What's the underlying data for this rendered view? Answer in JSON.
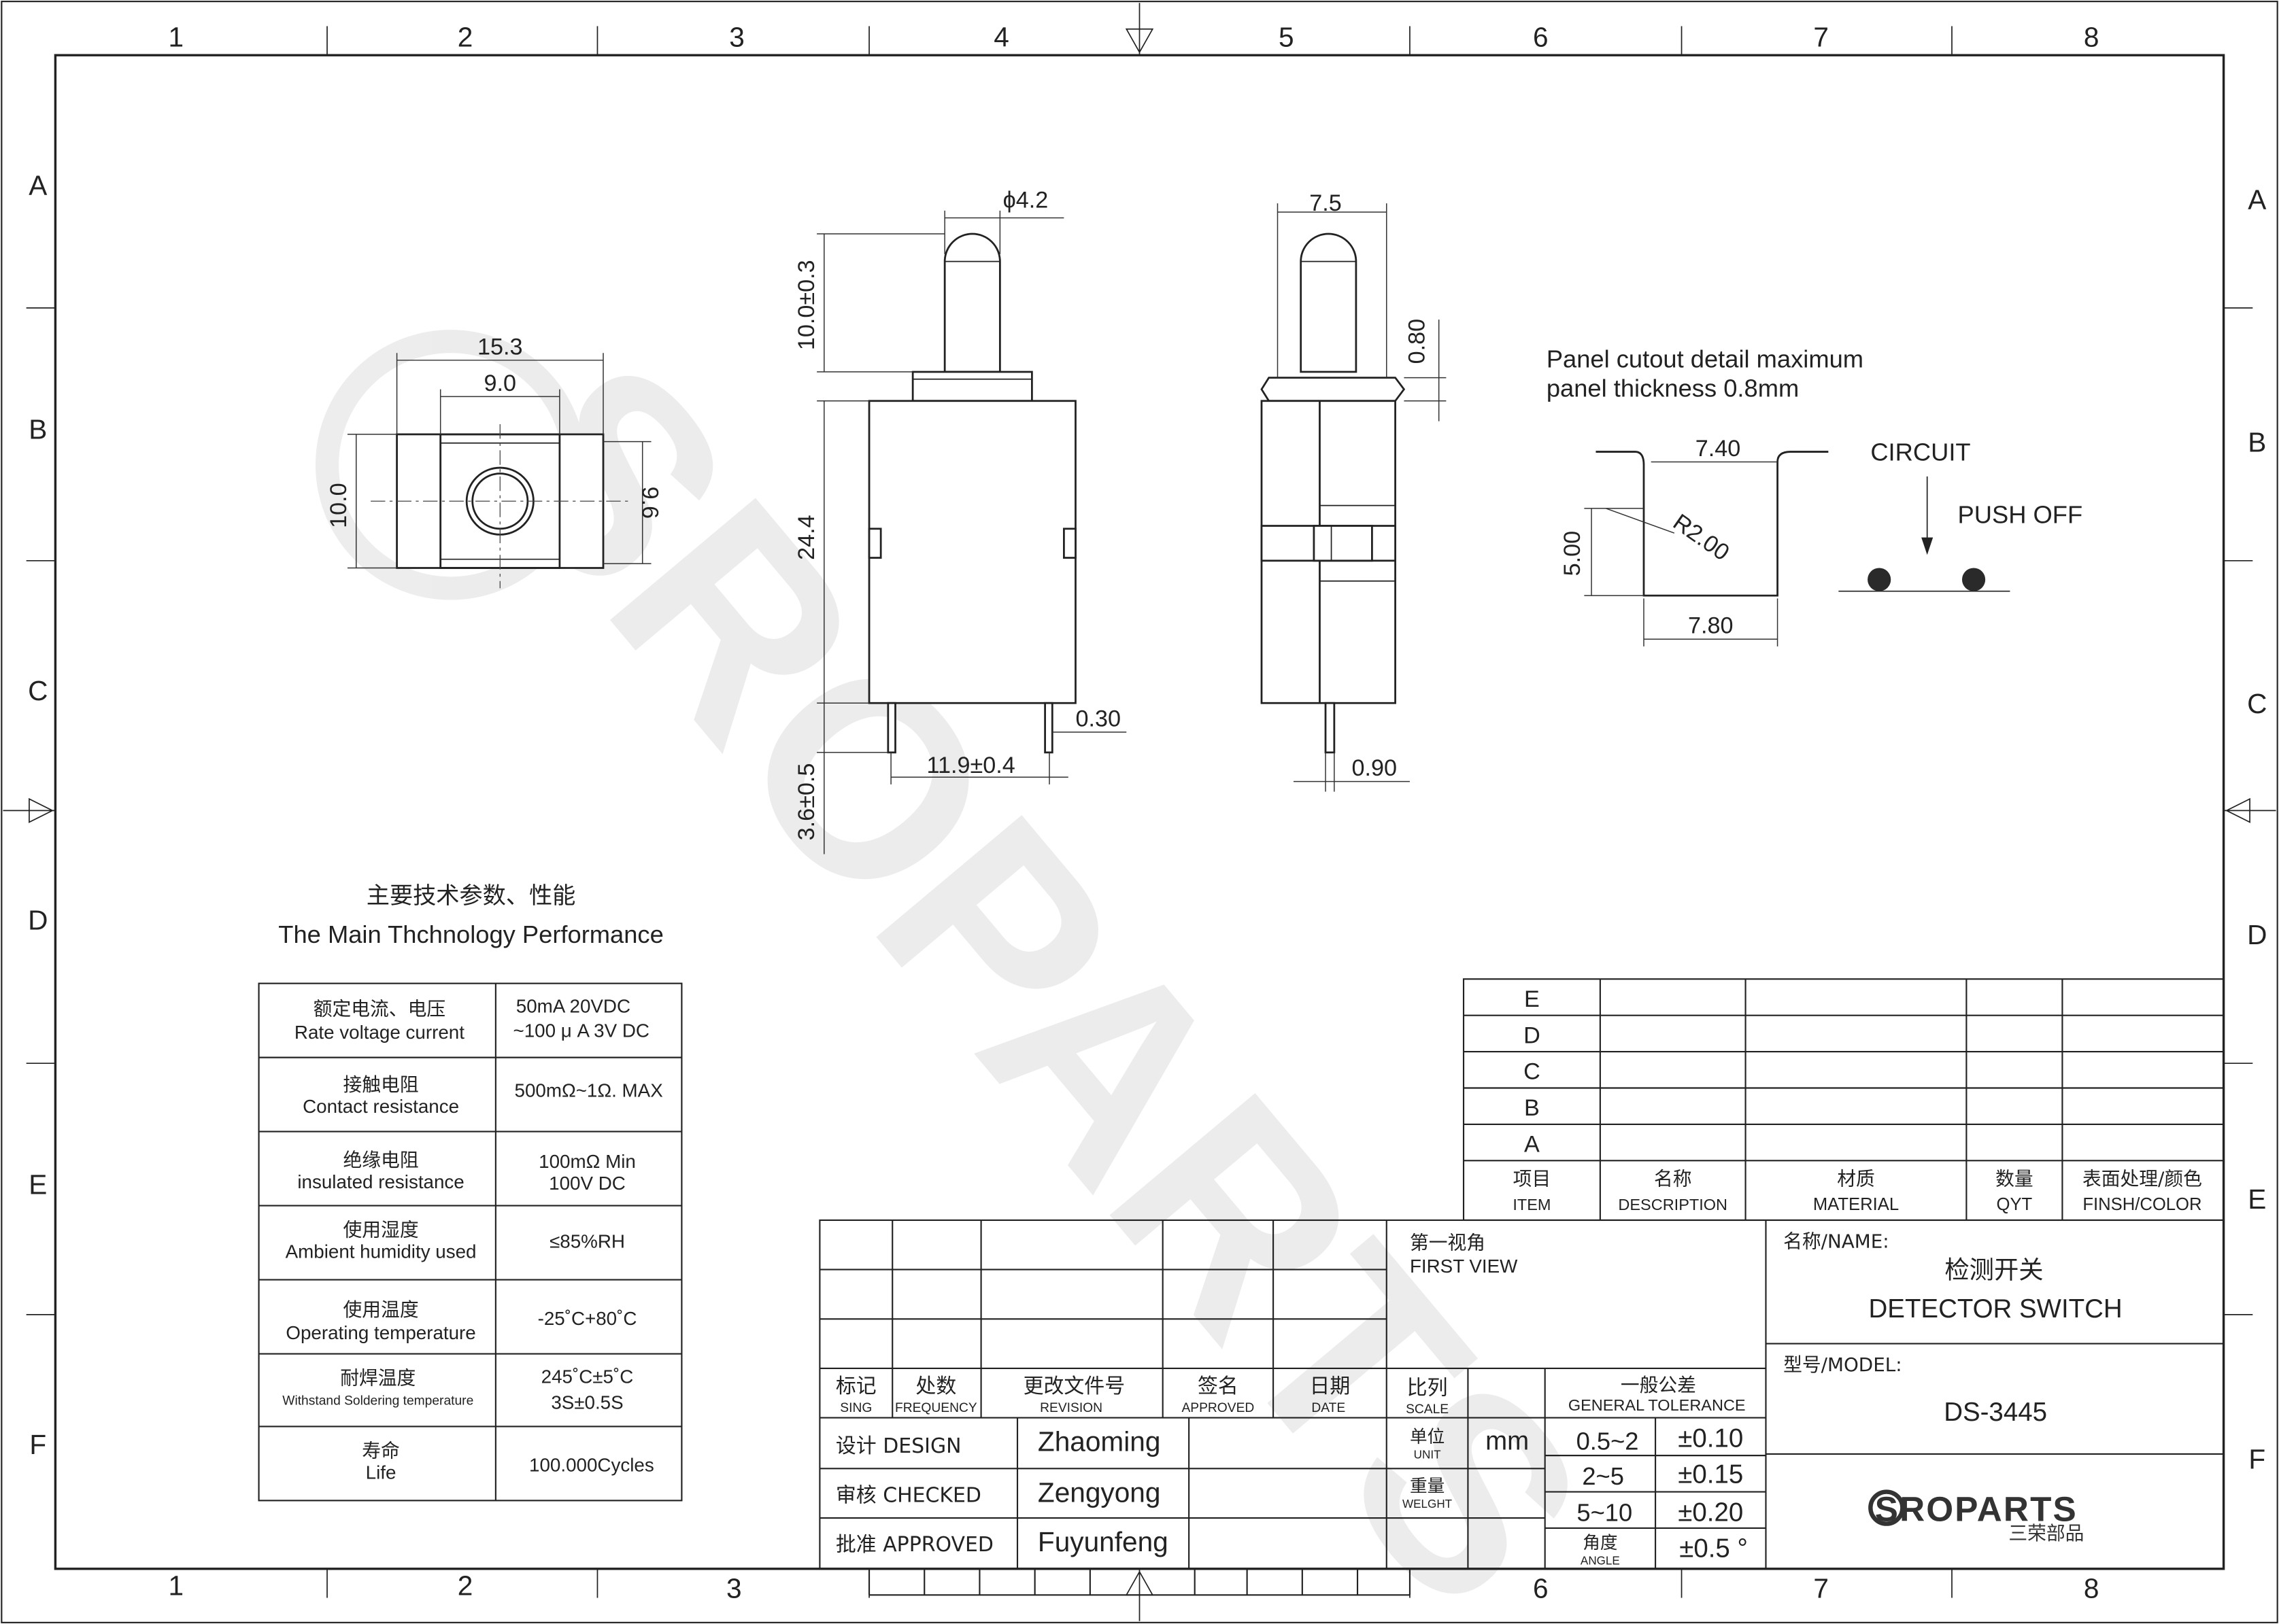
{
  "frame": {
    "columns": [
      "1",
      "2",
      "3",
      "4",
      "5",
      "6",
      "7",
      "8"
    ],
    "rows": [
      "A",
      "B",
      "C",
      "D",
      "E",
      "F"
    ]
  },
  "drawing": {
    "dims": {
      "front_width_outer": "15.3",
      "front_width_inner": "9.0",
      "front_height_outer": "10.0",
      "front_height_inner": "9.6",
      "shaft_diameter": "ϕ4.2",
      "shaft_height": "10.0±0.3",
      "body_height": "24.4",
      "terminal_length": "3.6±0.5",
      "terminal_pitch": "11.9±0.4",
      "terminal_thickness": "0.30",
      "side_width": "7.5",
      "flange_height": "0.80",
      "side_terminal_width": "0.90"
    },
    "panel_note": [
      "Panel cutout detail maximum",
      "panel thickness 0.8mm"
    ],
    "cutout": {
      "top": "7.40",
      "bottom": "7.80",
      "height": "5.00",
      "radius": "R2.00"
    },
    "circuit": {
      "title": "CIRCUIT",
      "state": "PUSH OFF"
    }
  },
  "specs": {
    "title_cn": "主要技术参数、性能",
    "title_en": "The Main Thchnology Performance",
    "rows": [
      {
        "label_cn": "额定电流、电压",
        "label_en": "Rate voltage current",
        "value": [
          "50mA    20VDC",
          "~100 μ A 3V DC"
        ]
      },
      {
        "label_cn": "接触电阻",
        "label_en": "Contact resistance",
        "value": [
          "500mΩ~1Ω. MAX"
        ]
      },
      {
        "label_cn": "绝缘电阻",
        "label_en": "insulated resistance",
        "value": [
          "100mΩ  Min",
          "100V DC"
        ]
      },
      {
        "label_cn": "使用湿度",
        "label_en": "Ambient humidity used",
        "value": [
          "≤85%RH"
        ]
      },
      {
        "label_cn": "使用温度",
        "label_en": "Operating temperature",
        "value": [
          "-25˚C+80˚C"
        ]
      },
      {
        "label_cn": "耐焊温度",
        "label_en": "Withstand Soldering temperature",
        "value": [
          "245˚C±5˚C",
          "3S±0.5S"
        ]
      },
      {
        "label_cn": "寿命",
        "label_en": "Life",
        "value": [
          "100.000Cycles"
        ]
      }
    ]
  },
  "bom": {
    "rows": [
      "E",
      "D",
      "C",
      "B",
      "A"
    ],
    "headers": [
      {
        "cn": "项目",
        "en": "ITEM"
      },
      {
        "cn": "名称",
        "en": "DESCRIPTION"
      },
      {
        "cn": "材质",
        "en": "MATERIAL"
      },
      {
        "cn": "数量",
        "en": "QYT"
      },
      {
        "cn": "表面处理/颜色",
        "en": "FINSH/COLOR"
      }
    ]
  },
  "revision": {
    "headers": [
      {
        "cn": "标记",
        "en": "SING"
      },
      {
        "cn": "处数",
        "en": "FREQUENCY"
      },
      {
        "cn": "更改文件号",
        "en": "REVISION"
      },
      {
        "cn": "签名",
        "en": "APPROVED"
      },
      {
        "cn": "日期",
        "en": "DATE"
      }
    ]
  },
  "title_block": {
    "first_view_cn": "第一视角",
    "first_view_en": "FIRST VIEW",
    "scale_cn": "比列",
    "scale_en": "SCALE",
    "tolerance_cn": "一般公差",
    "tolerance_en": "GENERAL TOLERANCE",
    "unit_cn": "单位",
    "unit_en": "UNIT",
    "unit_value": "mm",
    "weight_cn": "重量",
    "weight_en": "WELGHT",
    "angle_cn": "角度",
    "angle_en": "ANGLE",
    "tolerances": [
      {
        "range": "0.5~2",
        "tol": "±0.10"
      },
      {
        "range": "2~5",
        "tol": "±0.15"
      },
      {
        "range": "5~10",
        "tol": "±0.20"
      },
      {
        "range": "",
        "tol": "±0.5 °"
      }
    ],
    "signatures": [
      {
        "role": "设计 DESIGN",
        "name": "Zhaoming"
      },
      {
        "role": "审核 CHECKED",
        "name": "Zengyong"
      },
      {
        "role": "批准 APPROVED",
        "name": "Fuyunfeng"
      }
    ],
    "name_label": "名称/NAME:",
    "name_cn": "检测开关",
    "name_en": "DETECTOR  SWITCH",
    "model_label": "型号/MODEL:",
    "model": "DS-3445",
    "logo_text": "SROPARTS",
    "logo_cn": "三荣部品",
    "watermark": "SROPARTS"
  }
}
